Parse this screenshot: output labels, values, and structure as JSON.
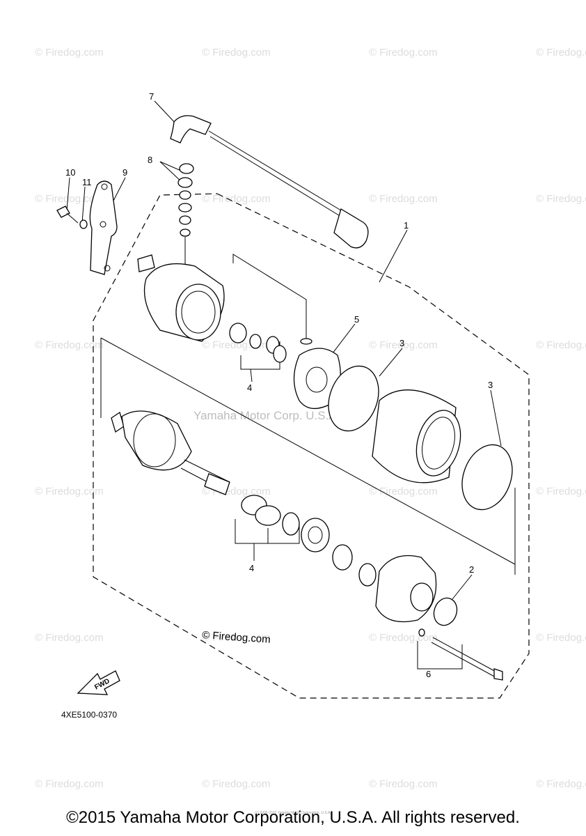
{
  "watermarks": {
    "site": "© Firedog.com",
    "center_text": "Yamaha Motor Corp. U.S.A.",
    "diagram_stamp": "© Firedog.com"
  },
  "callouts": [
    "1",
    "2",
    "3",
    "3",
    "4",
    "4",
    "5",
    "6",
    "7",
    "8",
    "9",
    "10",
    "11"
  ],
  "fwd_label": "FWD",
  "diagram_code": "4XE5100-0370",
  "footer": {
    "copyright": "©2015 Yamaha Motor Corporation, U.S.A. All rights reserved.",
    "small_print": "(c) 2005-2015 Yamaha Motor Corporation, U.S.A."
  }
}
